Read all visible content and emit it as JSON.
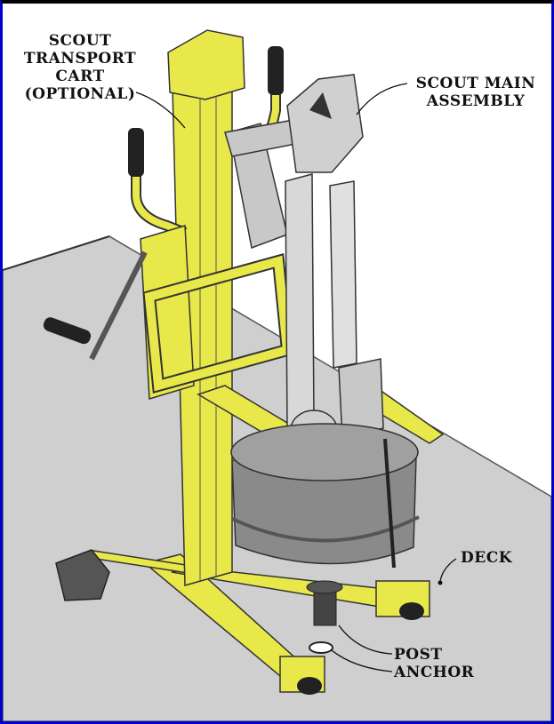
{
  "labels": {
    "transport_cart": [
      "SCOUT",
      "TRANSPORT",
      "CART",
      "(OPTIONAL)"
    ],
    "main_assembly": [
      "SCOUT MAIN",
      "ASSEMBLY"
    ],
    "deck": "DECK",
    "post": "POST",
    "anchor": "ANCHOR"
  },
  "colors": {
    "frame_border": "#0000cc",
    "deck": "#cfcfcf",
    "yellow": "#e8e84a",
    "steel": "#c8c8c8",
    "drum": "#8a8a8a",
    "black": "#222222"
  }
}
